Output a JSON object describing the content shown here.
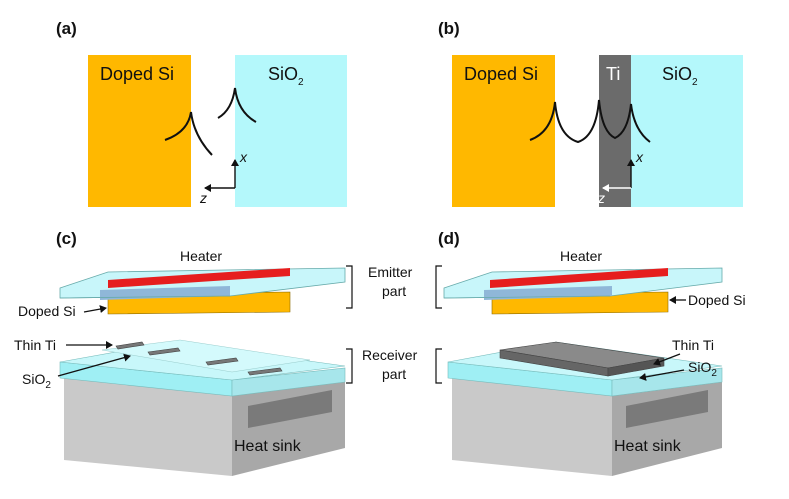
{
  "panels": {
    "a": {
      "tag": "(a)",
      "left_material": "Doped Si",
      "right_material": "SiO",
      "right_material_sub": "2",
      "axis_x": "x",
      "axis_z": "z",
      "colors": {
        "doped_si": "#FFB800",
        "sio2": "#B4F8FB"
      }
    },
    "b": {
      "tag": "(b)",
      "left_material": "Doped Si",
      "middle_material": "Ti",
      "right_material": "SiO",
      "right_material_sub": "2",
      "axis_x": "x",
      "axis_z": "z",
      "colors": {
        "doped_si": "#FFB800",
        "ti": "#6B6B6B",
        "sio2": "#B4F8FB"
      }
    },
    "c": {
      "tag": "(c)",
      "heater": "Heater",
      "doped_si": "Doped Si",
      "thin_ti": "Thin Ti",
      "sio2": "SiO",
      "sio2_sub": "2",
      "heat_sink": "Heat sink"
    },
    "d": {
      "tag": "(d)",
      "heater": "Heater",
      "doped_si": "Doped Si",
      "thin_ti": "Thin Ti",
      "sio2": "SiO",
      "sio2_sub": "2",
      "heat_sink": "Heat sink"
    }
  },
  "brackets": {
    "emitter_line1": "Emitter",
    "emitter_line2": "part",
    "receiver_line1": "Receiver",
    "receiver_line2": "part"
  }
}
